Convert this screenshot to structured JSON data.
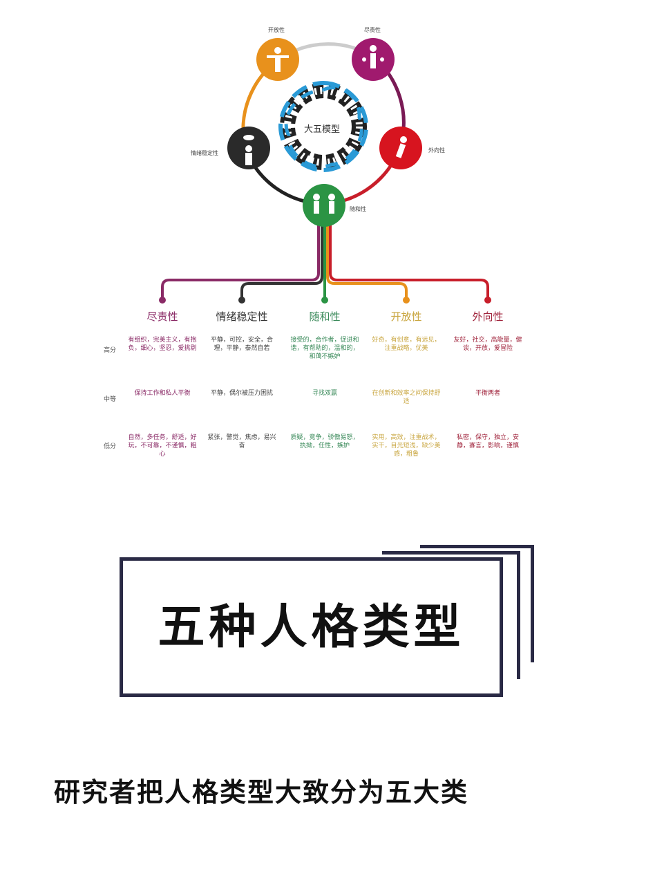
{
  "diagram": {
    "center_label": "大五模型",
    "nodes": [
      {
        "key": "openness",
        "label": "开放性",
        "color": "#e8911c",
        "icon": "person-arms-open-icon"
      },
      {
        "key": "conscientiousness",
        "label": "尽责性",
        "color": "#a01a6e",
        "icon": "family-icon"
      },
      {
        "key": "extraversion",
        "label": "外向性",
        "color": "#d7141f",
        "icon": "jumping-person-icon"
      },
      {
        "key": "agreeableness",
        "label": "随和性",
        "color": "#2b9444",
        "icon": "high-five-icon"
      },
      {
        "key": "neuroticism",
        "label": "情绪稳定性",
        "color": "#2a2a2a",
        "icon": "person-storm-cloud-icon"
      }
    ],
    "helix_color": "#2a9ad6"
  },
  "table": {
    "row_labels": [
      "高分",
      "中等",
      "低分"
    ],
    "columns": [
      {
        "header": "尽责性",
        "color": "#8a2a66",
        "high": "有组织，完美主义，有抱负，细心，坚忍，爱挑剔",
        "mid": "保持工作和私人平衡",
        "low": "自然，多任务，舒适，好玩，不可靠，不谨慎，粗心"
      },
      {
        "header": "情绪稳定性",
        "color": "#333333",
        "high": "平静，可控，安全，合理，平静，泰然自若",
        "mid": "平静，偶尔被压力困扰",
        "low": "紧张，警觉，焦虑，易兴奋"
      },
      {
        "header": "随和性",
        "color": "#3a8a5a",
        "high": "接受的，合作者，促进和谐，有帮助的，温和的，和蔼不嫉妒",
        "mid": "寻找双赢",
        "low": "质疑，竞争，骄傲易怒，执拗，任性，嫉妒"
      },
      {
        "header": "开放性",
        "color": "#c9a640",
        "high": "好奇，有创意，有远见，注重战略，优美",
        "mid": "在创新和效率之间保持舒适",
        "low": "实用，高效，注重战术，实干，目光短浅，缺少美感，粗鲁"
      },
      {
        "header": "外向性",
        "color": "#a0243c",
        "high": "友好，社交，高能量，健谈，开放，爱冒险",
        "mid": "平衡两者",
        "low": "私密，保守，独立，安静，寡言，影响，谨慎"
      }
    ]
  },
  "banner": {
    "title": "五种人格类型"
  },
  "caption": {
    "text": "研究者把人格类型大致分为五大类"
  }
}
